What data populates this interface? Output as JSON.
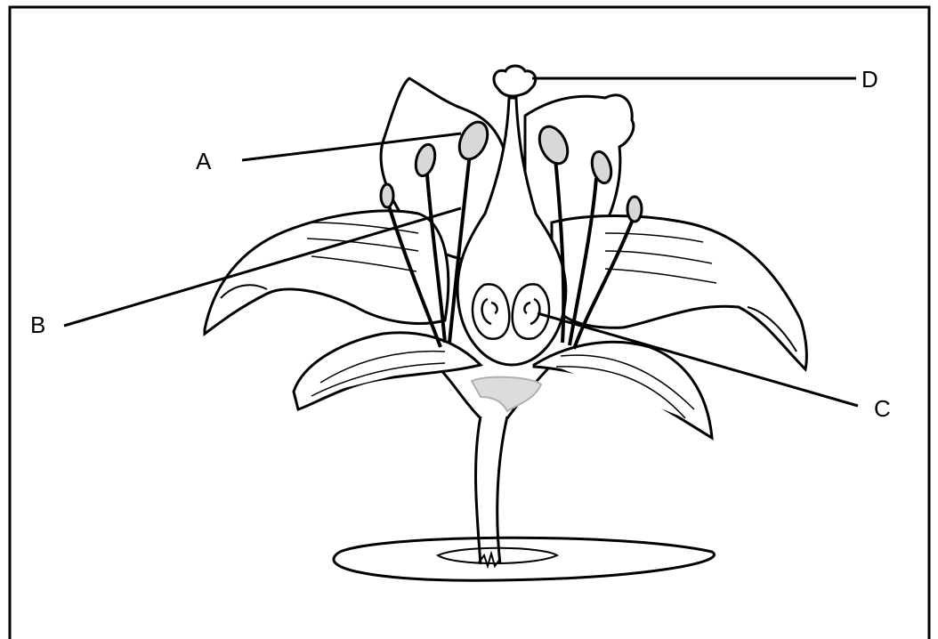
{
  "labels": {
    "a": "A",
    "b": "B",
    "c": "C",
    "d": "D"
  },
  "colors": {
    "line": "#000000",
    "background": "#ffffff",
    "shade": "#c8c8c8"
  }
}
